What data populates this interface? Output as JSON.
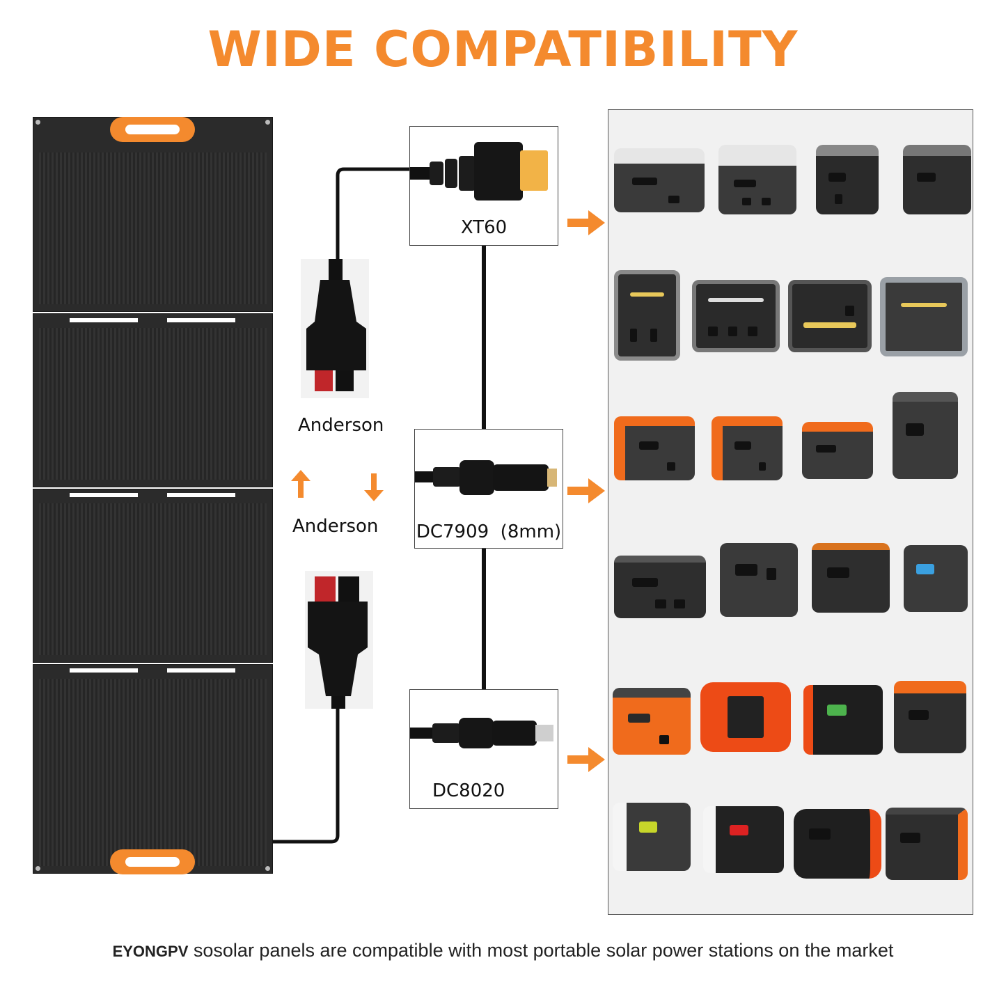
{
  "title": "WIDE COMPATIBILITY",
  "connectors": {
    "xt60": "XT60",
    "dc7909": "DC7909  (8mm)",
    "dc8020": "DC8020",
    "anderson_top": "Anderson",
    "anderson_mid": "Anderson"
  },
  "footer": {
    "brand": "EYONGPV",
    "text": " sosolar panels are compatible with most portable solar power stations on the market"
  },
  "colors": {
    "accent": "#f48a2e",
    "panel": "#2b2b2b",
    "cable": "#111111"
  }
}
